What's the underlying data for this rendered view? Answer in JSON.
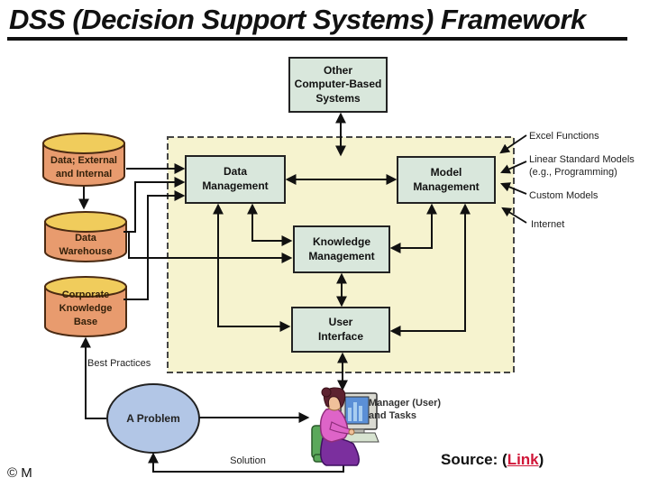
{
  "title": "DSS (Decision Support Systems) Framework",
  "boxes": {
    "other_systems": "Other\nComputer-Based\nSystems",
    "data_management": "Data\nManagement",
    "model_management": "Model\nManagement",
    "knowledge_management": "Knowledge\nManagement",
    "user_interface": "User\nInterface"
  },
  "databases": [
    {
      "label": "Data; External\nand Internal"
    },
    {
      "label": "Data\nWarehouse"
    },
    {
      "label": "Corporate\nKnowledge\nBase"
    }
  ],
  "model_sources": [
    "Excel Functions",
    "Linear Standard Models\n(e.g., Programming)",
    "Custom Models",
    "Internet"
  ],
  "labels": {
    "best_practices": "Best Practices",
    "problem": "A Problem",
    "solution": "Solution",
    "manager": "Manager (User)\nand Tasks"
  },
  "source": {
    "prefix": "Source: (",
    "link": "Link",
    "suffix": ")"
  },
  "copyright": "© M",
  "icons": {
    "manager": "person-at-computer"
  },
  "colors": {
    "dss_region_fill": "#f6f3cf",
    "box_fill": "#d9e7dc",
    "cylinder_body": "#e89b6e",
    "cylinder_top": "#f0cc5c",
    "problem_fill": "#b2c6e6",
    "link": "#d01638",
    "line": "#111111"
  }
}
